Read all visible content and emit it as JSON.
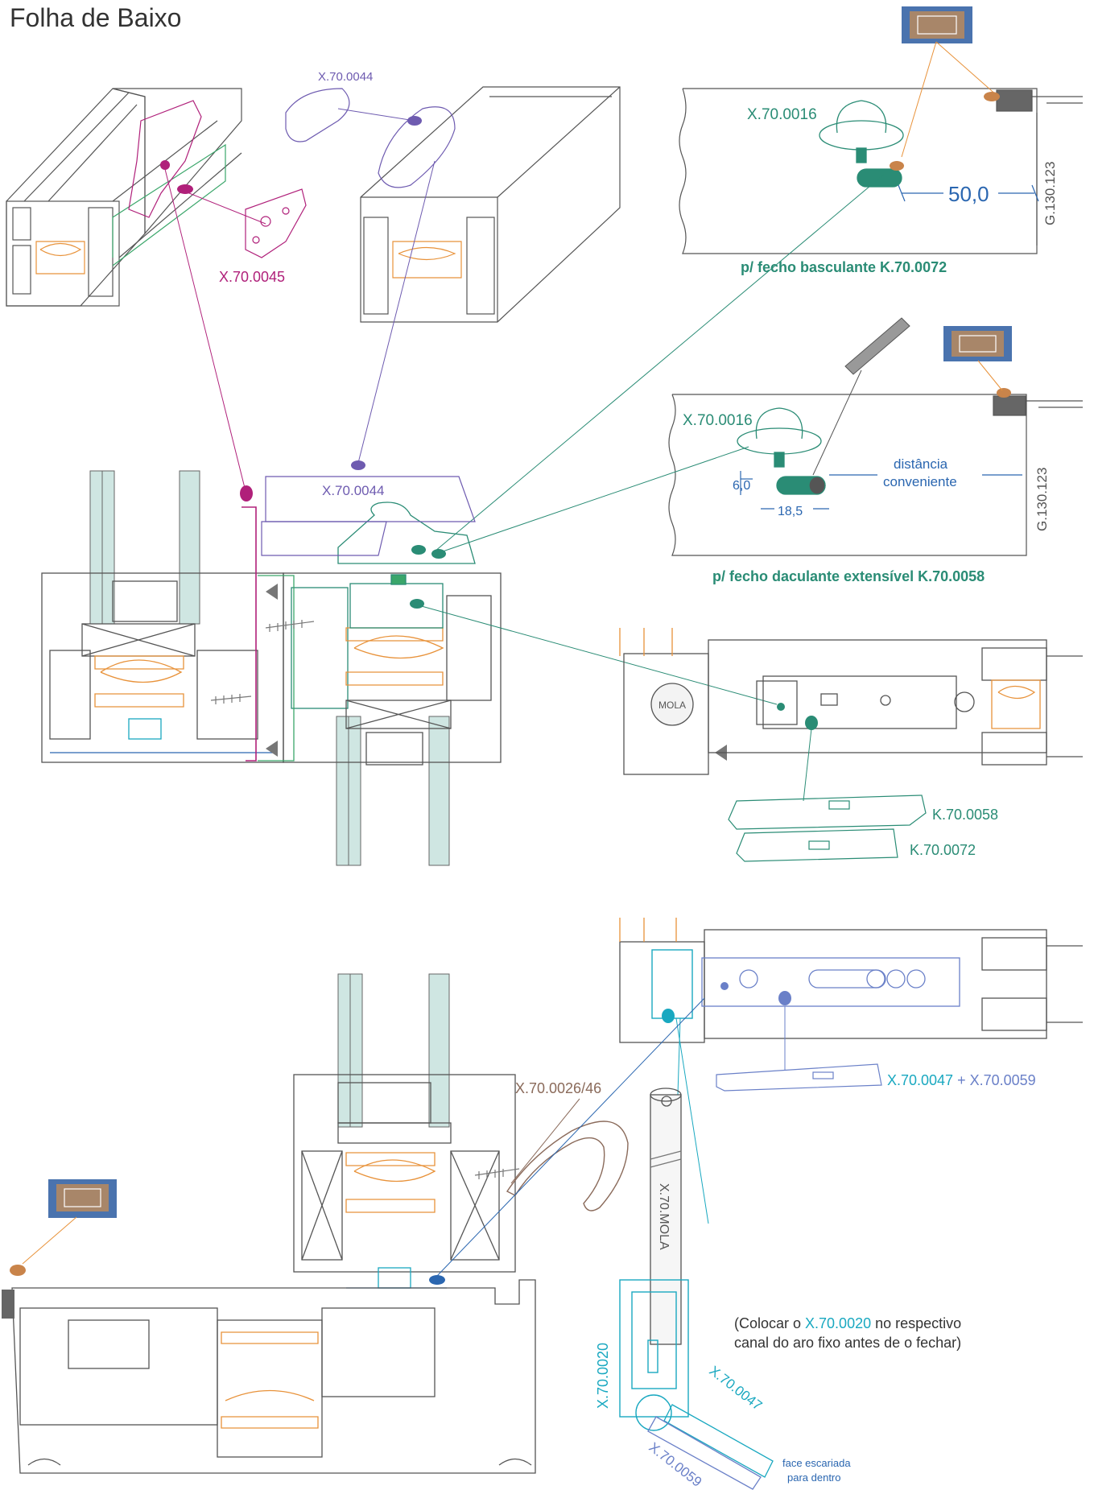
{
  "title": "Folha de Baixo",
  "labels": {
    "l_44_top": "X.70.0044",
    "l_45": "X.70.0045",
    "l_16_a": "X.70.0016",
    "dim_50": "50,0",
    "g130_a": "G.130.123",
    "caption_a": "p/ fecho basculante  K.70.0072",
    "l_16_b": "X.70.0016",
    "dist_1": "distância",
    "dist_2": "conveniente",
    "dim_6": "6,0",
    "dim_185": "18,5",
    "g130_b": "G.130.123",
    "caption_b": "p/ fecho daculante extensível K.70.0058",
    "l_44_mid": "X.70.0044",
    "mola": "MOLA",
    "k58": "K.70.0058",
    "k72": "K.70.0072",
    "x47_59_a": "X.70.0047",
    "plus": " + ",
    "x47_59_b": "X.70.0059",
    "l_26": "X.70.0026/46",
    "rot_mola": "X.70.MOLA",
    "x20": "X.70.0020",
    "note_1a": "(Colocar o ",
    "note_1b": "X.70.0020",
    "note_1c": " no respectivo",
    "note_2": "canal do aro fixo antes de o fechar)",
    "x47_rot": "X.70.0047",
    "x59_rot": "X.70.0059",
    "face_1": "face escariada",
    "face_2": "para dentro"
  },
  "colors": {
    "magenta": "#b0207a",
    "violet": "#6e5bb0",
    "teal": "#2a8c75",
    "blue": "#2a66b0",
    "cyan": "#19a8c0",
    "orange": "#e8923a",
    "brown": "#8a6a5a",
    "gray": "#555555",
    "glass": "#cfe6e2"
  }
}
